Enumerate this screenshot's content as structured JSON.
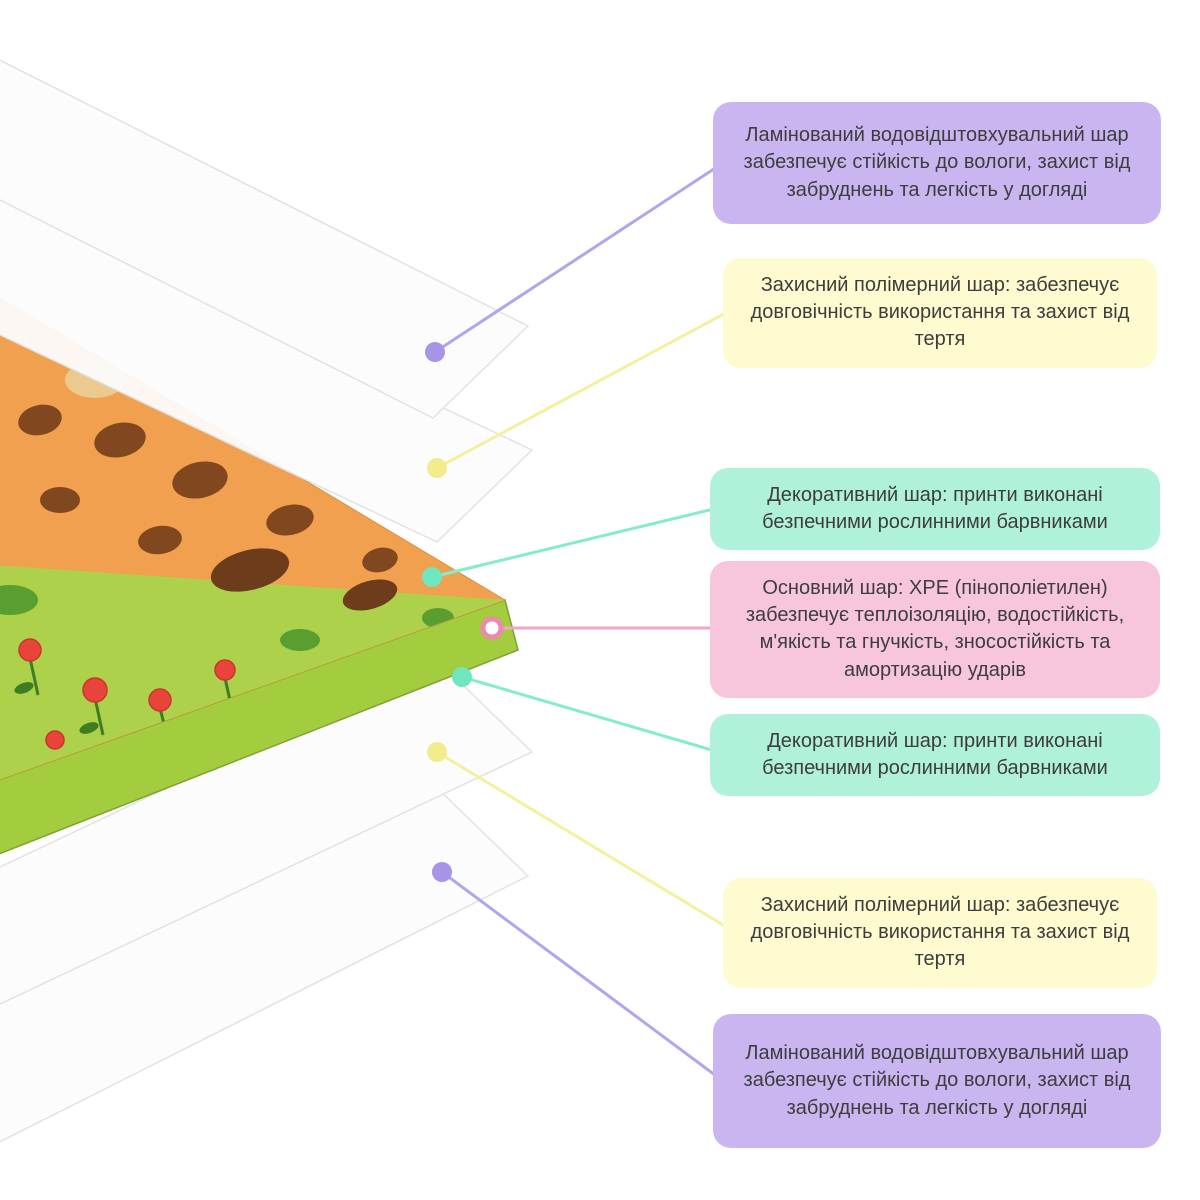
{
  "illustration": {
    "subject": "exploded-layers-of-childrens-play-mat",
    "colors": {
      "sheet_white": "#fcfcfc",
      "sheet_edge": "#e2e2e2",
      "mat_print_orange": "#f0a04f",
      "mat_print_green": "#aed14c",
      "mat_core_edge_green": "#a3cc3e",
      "giraffe_spot_brown": "#81471f",
      "giraffe_dark_brown": "#6d3c1b",
      "mushroom_tan": "#ecc98f",
      "flower_red": "#e8443a",
      "leaf_green": "#3f7d23"
    }
  },
  "callouts": [
    {
      "id": "laminated-layer-top",
      "box_color": "#c9b6f1",
      "line_color": "#b4a4ec",
      "dot_color": "#a894e6",
      "dot_style": "filled",
      "text": "Ламінований водовідштовхувальний шар забезпечує стійкість до вологи, захист від забруднень та легкість у догляді"
    },
    {
      "id": "protective-layer-top",
      "box_color": "#fdfbcf",
      "line_color": "#f5f0a0",
      "dot_color": "#f3ec8d",
      "dot_style": "filled",
      "text": "Захисний полімерний шар: забезпечує довговічність використання та захист від тертя"
    },
    {
      "id": "decorative-layer-top",
      "box_color": "#b0f1d9",
      "line_color": "#84ecca",
      "dot_color": "#6fe6c0",
      "dot_style": "filled",
      "text": "Декоративний шар: принти виконані безпечними рослинними барвниками"
    },
    {
      "id": "core-layer-xpe",
      "box_color": "#f7c6dc",
      "line_color": "#f2a6c6",
      "dot_color": "#ef87b5",
      "dot_style": "outline",
      "text": "Основний шар: XPE (пінополіетилен) забезпечує теплоізоляцію, водостійкість, м'якість та гнучкість, зносостійкість та амортизацію ударів"
    },
    {
      "id": "decorative-layer-bottom",
      "box_color": "#b0f1d9",
      "line_color": "#84ecca",
      "dot_color": "#6fe6c0",
      "dot_style": "filled",
      "text": "Декоративний шар: принти виконані безпечними рослинними барвниками"
    },
    {
      "id": "protective-layer-bottom",
      "box_color": "#fdfbcf",
      "line_color": "#f5f0a0",
      "dot_color": "#f3ec8d",
      "dot_style": "filled",
      "text": "Захисний полімерний шар: забезпечує довговічність використання та захист від тертя"
    },
    {
      "id": "laminated-layer-bottom",
      "box_color": "#c9b6f1",
      "line_color": "#b4a4ec",
      "dot_color": "#a894e6",
      "dot_style": "filled",
      "text": "Ламінований водовідштовхувальний шар забезпечує стійкість до вологи, захист від забруднень та легкість у догляді"
    }
  ]
}
